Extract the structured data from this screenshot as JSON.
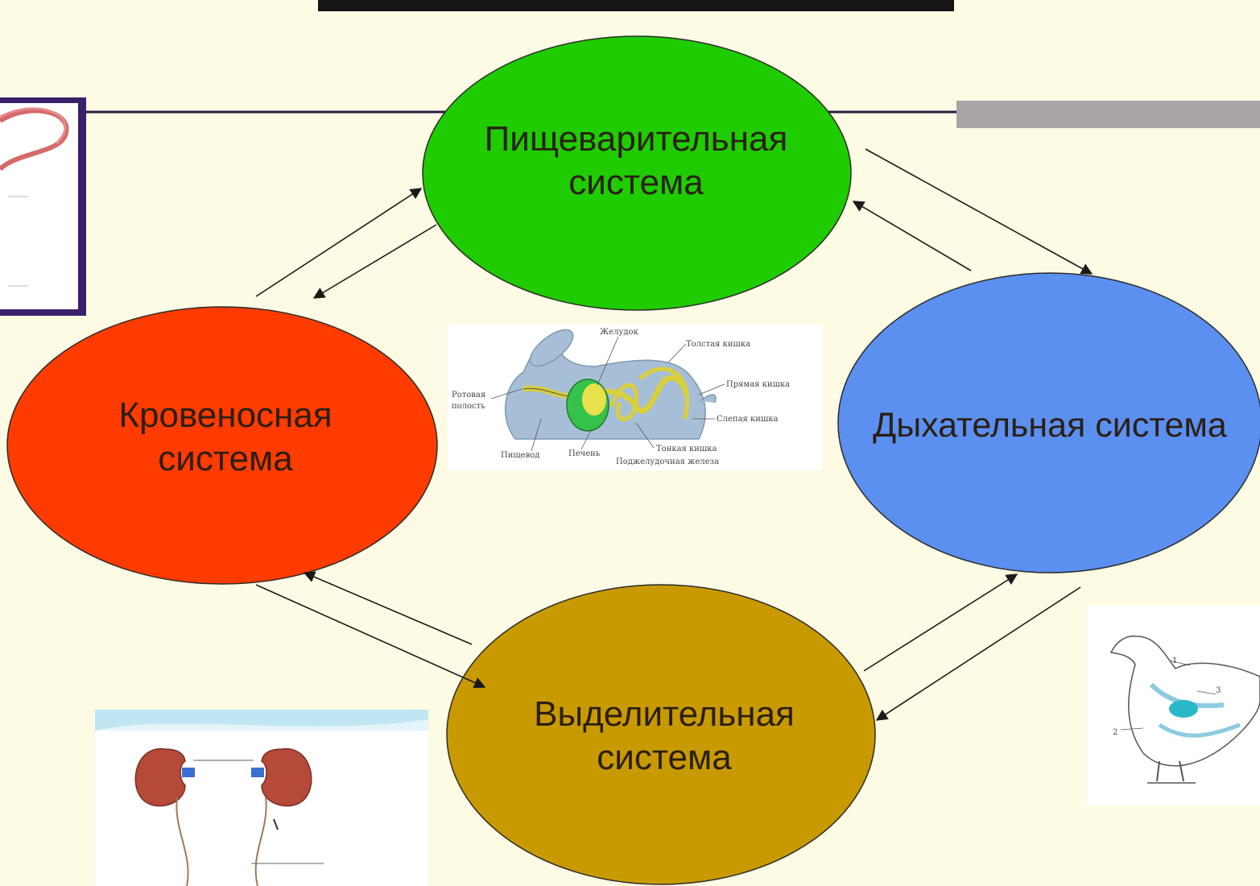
{
  "nodes": {
    "digestive": {
      "lines": [
        "Пищеварительная",
        "система"
      ],
      "color": "#1fcc00"
    },
    "circulatory": {
      "lines": [
        "Кровеносная",
        "система"
      ],
      "color": "#ff3b00"
    },
    "respiratory": {
      "lines": [
        "Дыхательная система"
      ],
      "color": "#5b8ff0"
    },
    "excretory": {
      "lines": [
        "Выделительная",
        "система"
      ],
      "color": "#c99a00"
    }
  },
  "rabbit_diagram": {
    "labels": {
      "stomach": "Желудок",
      "large_intestine": "Толстая кишка",
      "rectum": "Прямая кишка",
      "cecum": "Слепая кишка",
      "small_intestine": "Тонкая кишка",
      "pancreas": "Поджелудочная железа",
      "liver": "Печень",
      "esophagus": "Пищевод",
      "mouth_cavity_1": "Ротовая",
      "mouth_cavity_2": "полость"
    }
  },
  "bird_diagram": {
    "labels": {
      "n1": "1",
      "n2": "2",
      "n3": "3"
    }
  }
}
